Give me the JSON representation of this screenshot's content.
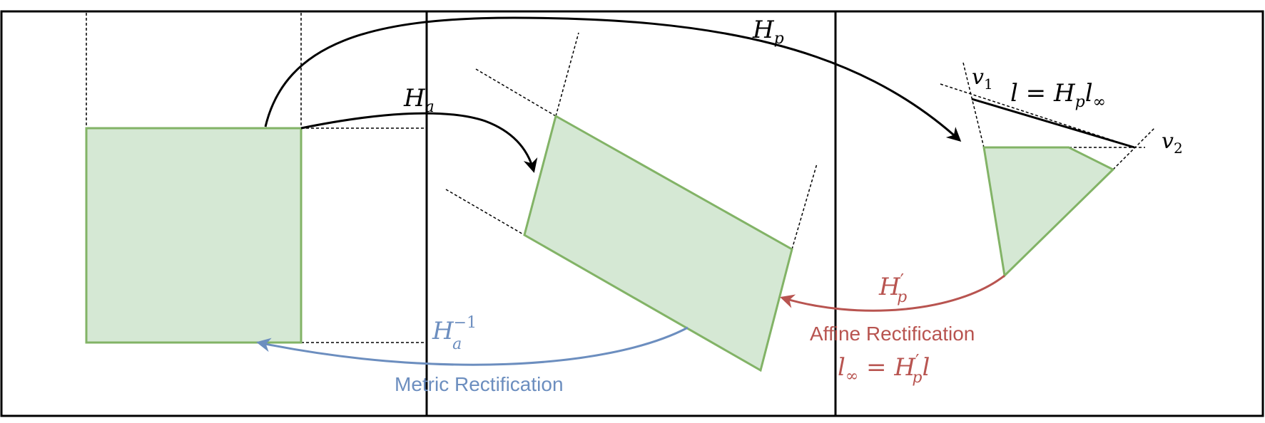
{
  "labels": {
    "hp": {
      "base": "H",
      "sub": "p"
    },
    "ha": {
      "base": "H",
      "sub": "a"
    },
    "v1": {
      "base": "v",
      "sub": "1"
    },
    "v2": {
      "base": "v",
      "sub": "2"
    },
    "line_eq": {
      "lhs": "l",
      "eq": " = ",
      "base": "H",
      "sub": "p",
      "tail": "l",
      "tail_sub": "∞"
    },
    "hp_prime": {
      "base": "H",
      "prime": "′",
      "sub": "p"
    },
    "ha_inv": {
      "base": "H",
      "sup": "−1",
      "sub": "a"
    },
    "affine_eq": {
      "lhs": "l",
      "lhs_sub": "∞",
      "eq": " = ",
      "base": "H",
      "prime": "′",
      "sub": "p",
      "tail": "l"
    },
    "affine_text": "Affine Rectification",
    "metric_text": "Metric Rectification"
  },
  "colors": {
    "fill": "#d5e8d4",
    "stroke_green": "#82b366",
    "red": "#b85450",
    "blue": "#6c8ebf",
    "black": "#000000"
  }
}
